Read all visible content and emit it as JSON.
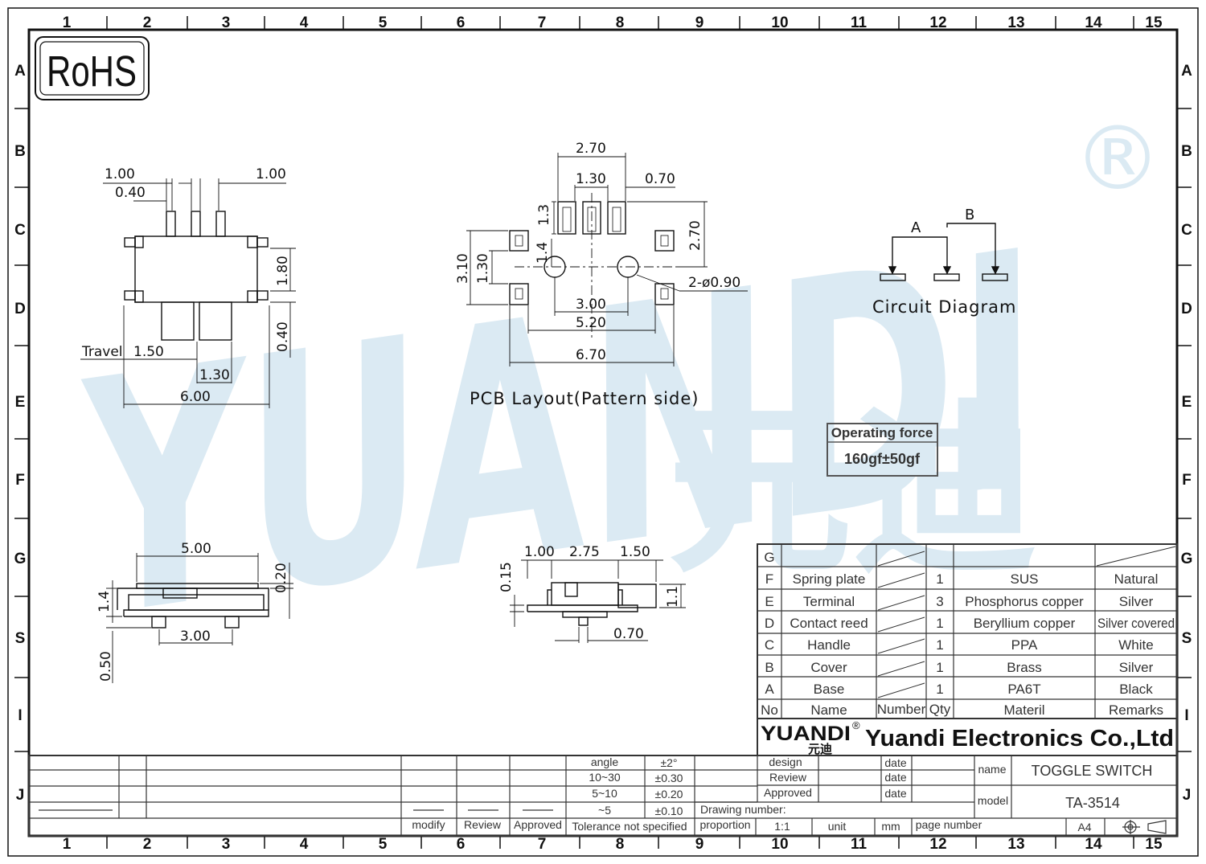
{
  "grid": {
    "columns": [
      "1",
      "2",
      "3",
      "4",
      "5",
      "6",
      "7",
      "8",
      "9",
      "10",
      "11",
      "12",
      "13",
      "14",
      "15"
    ],
    "rows": [
      "A",
      "B",
      "C",
      "D",
      "E",
      "F",
      "G",
      "S",
      "I",
      "J"
    ]
  },
  "rohs": "RoHS",
  "watermark": {
    "text": "YUANDI",
    "chinese": "元迪",
    "registered": "®",
    "color": "#dbeaf3"
  },
  "top_view": {
    "dims": {
      "pitch1": "1.00",
      "pin_w": "0.40",
      "pitch2": "1.00",
      "body_h": "1.80",
      "handle_h": "0.40",
      "travel_label": "Travel",
      "travel": "1.50",
      "handle_w": "1.30",
      "width": "6.00"
    }
  },
  "pcb_layout": {
    "title": "PCB Layout(Pattern side)",
    "dims": {
      "pads_span": "2.70",
      "pad_pitch": "1.30",
      "pad_w": "0.70",
      "pad_h": "1.3",
      "y_span": "2.70",
      "outer_h": "3.10",
      "inner_h": "1.30",
      "hole_off": "1.4",
      "holes": "2-ø0.90",
      "hole_pitch": "3.00",
      "tab_pitch": "5.20",
      "overall": "6.70"
    }
  },
  "circuit": {
    "title": "Circuit  Diagram",
    "a": "A",
    "b": "B"
  },
  "operating_force": {
    "label": "Operating force",
    "value": "160gf±50gf"
  },
  "side_view": {
    "dims": {
      "width": "5.00",
      "gap": "0.20",
      "height": "1.4",
      "pins": "3.00",
      "pin_h": "0.50"
    }
  },
  "end_view": {
    "dims": {
      "a": "1.00",
      "b": "2.75",
      "c": "1.50",
      "top": "0.15",
      "h": "1.1",
      "pin": "0.70"
    }
  },
  "bom": {
    "headers": [
      "No",
      "Name",
      "Number",
      "Qty",
      "Materil",
      "Remarks"
    ],
    "rows": [
      {
        "no": "G",
        "name": "",
        "qty": "",
        "material": "",
        "remark": ""
      },
      {
        "no": "F",
        "name": "Spring plate",
        "qty": "1",
        "material": "SUS",
        "remark": "Natural"
      },
      {
        "no": "E",
        "name": "Terminal",
        "qty": "3",
        "material": "Phosphorus copper",
        "remark": "Silver"
      },
      {
        "no": "D",
        "name": "Contact reed",
        "qty": "1",
        "material": "Beryllium copper",
        "remark": "Silver covered"
      },
      {
        "no": "C",
        "name": "Handle",
        "qty": "1",
        "material": "PPA",
        "remark": "White"
      },
      {
        "no": "B",
        "name": "Cover",
        "qty": "1",
        "material": "Brass",
        "remark": "Silver"
      },
      {
        "no": "A",
        "name": "Base",
        "qty": "1",
        "material": "PA6T",
        "remark": "Black"
      }
    ]
  },
  "company": {
    "logo": "YUANDI",
    "logo_cn": "元迪",
    "reg": "®",
    "name": "Yuandi Electronics Co.,Ltd"
  },
  "tolerance": {
    "rows": [
      {
        "range": "angle",
        "tol": "±2°"
      },
      {
        "range": "10~30",
        "tol": "±0.30"
      },
      {
        "range": "5~10",
        "tol": "±0.20"
      },
      {
        "range": "~5",
        "tol": "±0.10"
      }
    ],
    "caption": "Tolerance not specified"
  },
  "revision": {
    "modify": "modify",
    "review": "Review",
    "approved": "Approved"
  },
  "title_block": {
    "design": "design",
    "review": "Review",
    "approved": "Approved",
    "date": "date",
    "name_label": "name",
    "name_value": "TOGGLE SWITCH",
    "model_label": "model",
    "model_value": "TA-3514",
    "drawing_number": "Drawing number:",
    "proportion": "proportion",
    "scale": "1:1",
    "unit": "unit",
    "mm": "mm",
    "page_number": "page number",
    "size": "A4"
  }
}
